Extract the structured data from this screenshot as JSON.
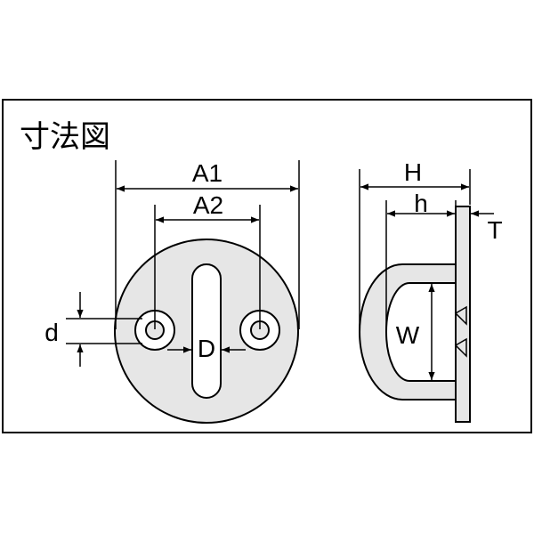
{
  "title": "寸法図",
  "labels": {
    "A1": "A1",
    "A2": "A2",
    "d": "d",
    "D": "D",
    "H": "H",
    "h": "h",
    "T": "T",
    "W": "W"
  },
  "colors": {
    "line": "#000000",
    "part_fill": "#e6e6e6",
    "background": "#ffffff"
  }
}
